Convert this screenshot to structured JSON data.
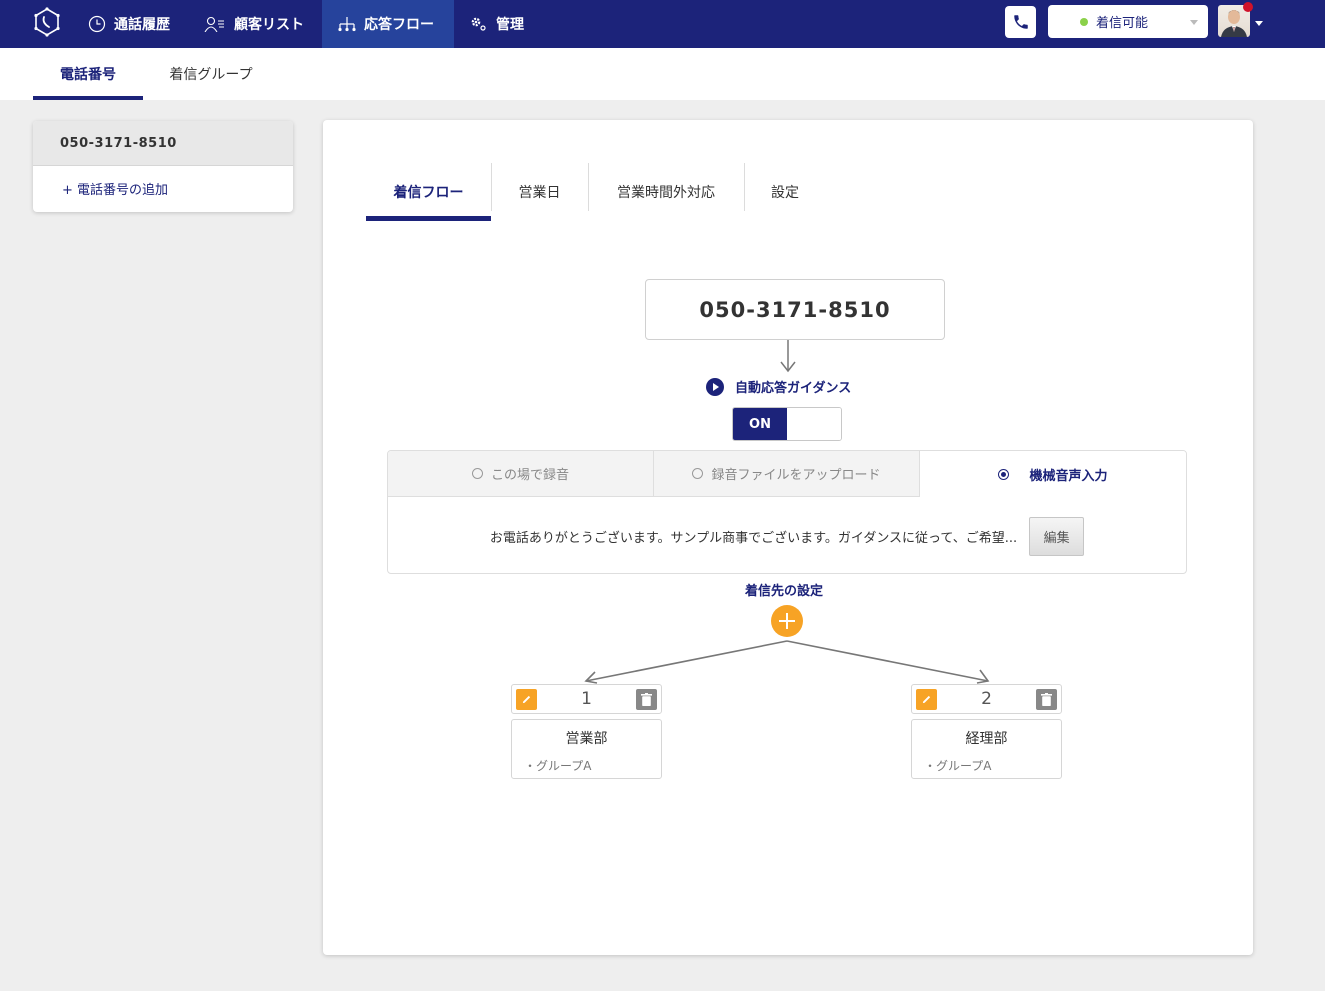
{
  "topbar": {
    "logo_icon": "hex-phone-logo-icon",
    "nav": [
      {
        "label": "通話履歴",
        "icon": "clock-icon",
        "active": false
      },
      {
        "label": "顧客リスト",
        "icon": "customer-list-icon",
        "active": false
      },
      {
        "label": "応答フロー",
        "icon": "flow-tree-icon",
        "active": true
      },
      {
        "label": "管理",
        "icon": "gear-icon",
        "active": false
      }
    ],
    "phone_icon": "phone-icon",
    "status": {
      "label": "着信可能",
      "dot_color": "#8bd14a"
    },
    "avatar_badge_color": "#d0122a"
  },
  "subtabs": [
    {
      "label": "電話番号",
      "active": true
    },
    {
      "label": "着信グループ",
      "active": false
    }
  ],
  "sidebar": {
    "selected_number": "050-3171-8510",
    "add_label": "+ 電話番号の追加"
  },
  "main": {
    "tabs": [
      {
        "label": "着信フロー",
        "active": true
      },
      {
        "label": "営業日",
        "active": false
      },
      {
        "label": "営業時間外対応",
        "active": false
      },
      {
        "label": "設定",
        "active": false
      }
    ],
    "flow": {
      "number": "050-3171-8510",
      "guidance_label": "自動応答ガイダンス",
      "toggle": {
        "on_label": "ON",
        "state": "on"
      },
      "audio_options": [
        {
          "label": "この場で録音",
          "selected": false
        },
        {
          "label": "録音ファイルをアップロード",
          "selected": false
        },
        {
          "label": "機械音声入力",
          "selected": true
        }
      ],
      "guidance_text": "お電話ありがとうございます。サンプル商事でございます。ガイダンスに従って、ご希望...",
      "edit_label": "編集",
      "destination_label": "着信先の設定",
      "destinations": [
        {
          "order": "1",
          "name": "営業部",
          "group": "・グループA"
        },
        {
          "order": "2",
          "name": "経理部",
          "group": "・グループA"
        }
      ]
    }
  },
  "colors": {
    "primary": "#1c237a",
    "nav_active": "#26439c",
    "accent_orange": "#f7a325",
    "background": "#eeeeee"
  }
}
